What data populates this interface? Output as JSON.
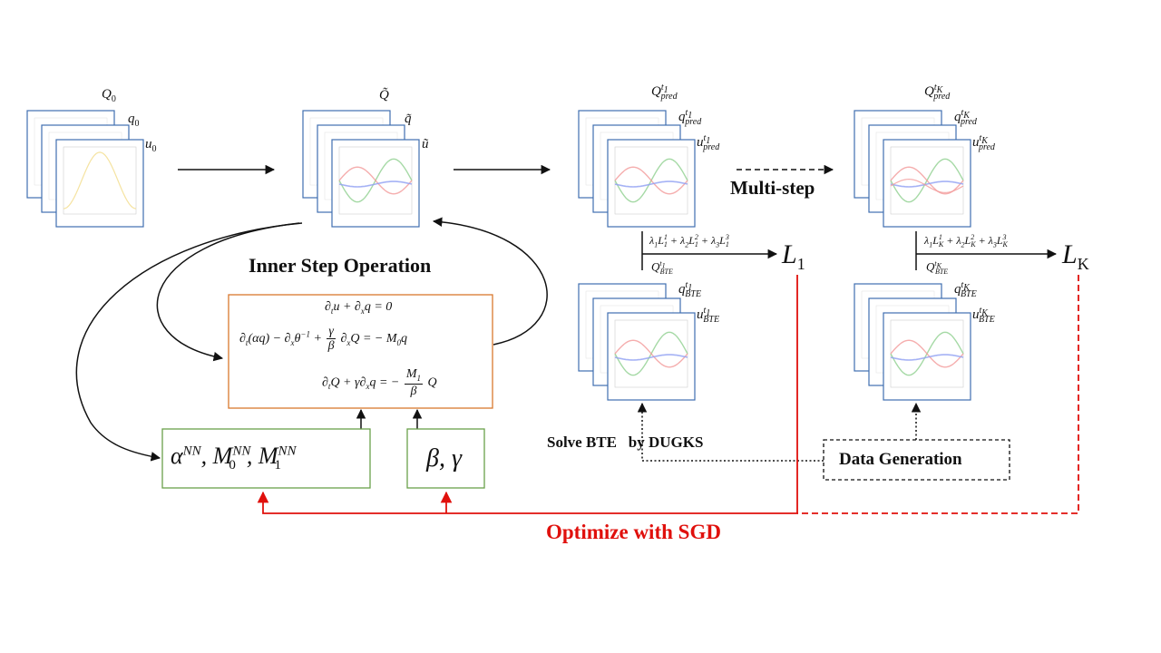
{
  "diagram": {
    "colors": {
      "frame": "#3f6fb0",
      "equation_box": "#d8782e",
      "param_box": "#6aa04a",
      "optimize": "#e0100c"
    },
    "stacks": {
      "initial": {
        "labels": [
          "Q0",
          "q0",
          "u0"
        ]
      },
      "tilde": {
        "labels": [
          "Q~",
          "q~",
          "u~"
        ]
      },
      "pred_t1": {
        "labels": [
          "Qpred t1",
          "qpred t1",
          "upred t1"
        ]
      },
      "pred_tK": {
        "labels": [
          "Qpred tK",
          "qpred tK",
          "upred tK"
        ]
      },
      "bte_t1": {
        "labels": [
          "qBTE t1",
          "uBTE t1"
        ]
      },
      "bte_tK": {
        "labels": [
          "qBTE tK",
          "uBTE tK"
        ]
      }
    },
    "title": "Inner Step Operation",
    "multi_step": "Multi-step",
    "solve_bte": "Solve BTE   by DUGKS",
    "data_generation": "Data Generation",
    "optimize": "Optimize with SGD",
    "loss_1": {
      "symbol": "L",
      "sub": "1"
    },
    "loss_K": {
      "symbol": "L",
      "sub": "K"
    },
    "equations": [
      "∂tu + ∂xq = 0",
      "∂t(αq) − ∂xθ−1 + γ/β ∂xQ = − M0q",
      "∂tQ + γ∂xq = − M1/β Q"
    ],
    "params_nn": "αNN, M0NN, M1NN",
    "params_bg": "β, γ"
  }
}
